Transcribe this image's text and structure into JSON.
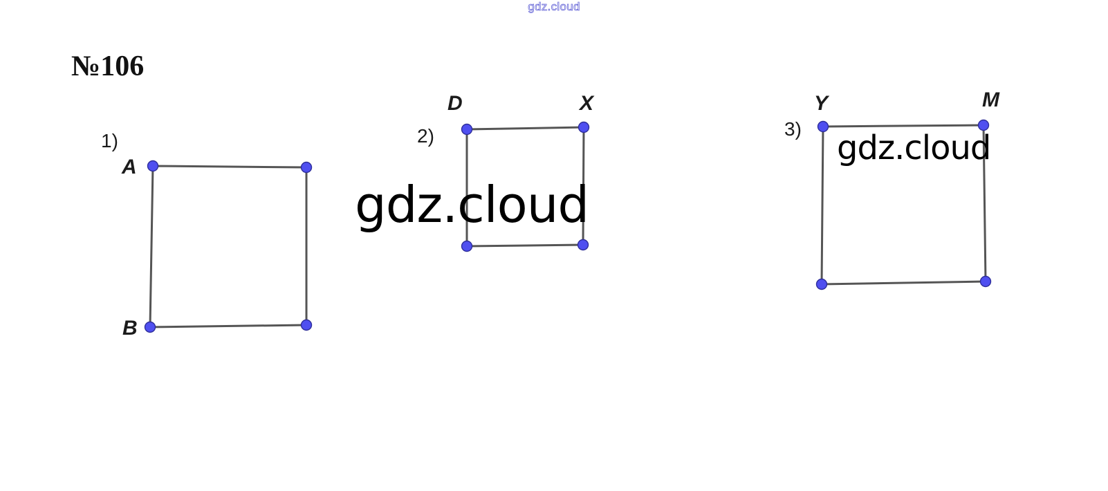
{
  "watermark_top": "gdz.cloud",
  "problem_number": "№106",
  "figures": [
    {
      "part_label": "1)",
      "vertex_labels": [
        "A",
        "B"
      ]
    },
    {
      "part_label": "2)",
      "vertex_labels": [
        "D",
        "X"
      ]
    },
    {
      "part_label": "3)",
      "vertex_labels": [
        "Y",
        "M"
      ]
    }
  ],
  "watermark_large": "gdz.cloud",
  "watermark_small": "gdz.cloud",
  "colors": {
    "vertex_fill": "#4f4ff0",
    "edge": "#555555",
    "watermark_top_stroke": "#6a6ad8"
  }
}
